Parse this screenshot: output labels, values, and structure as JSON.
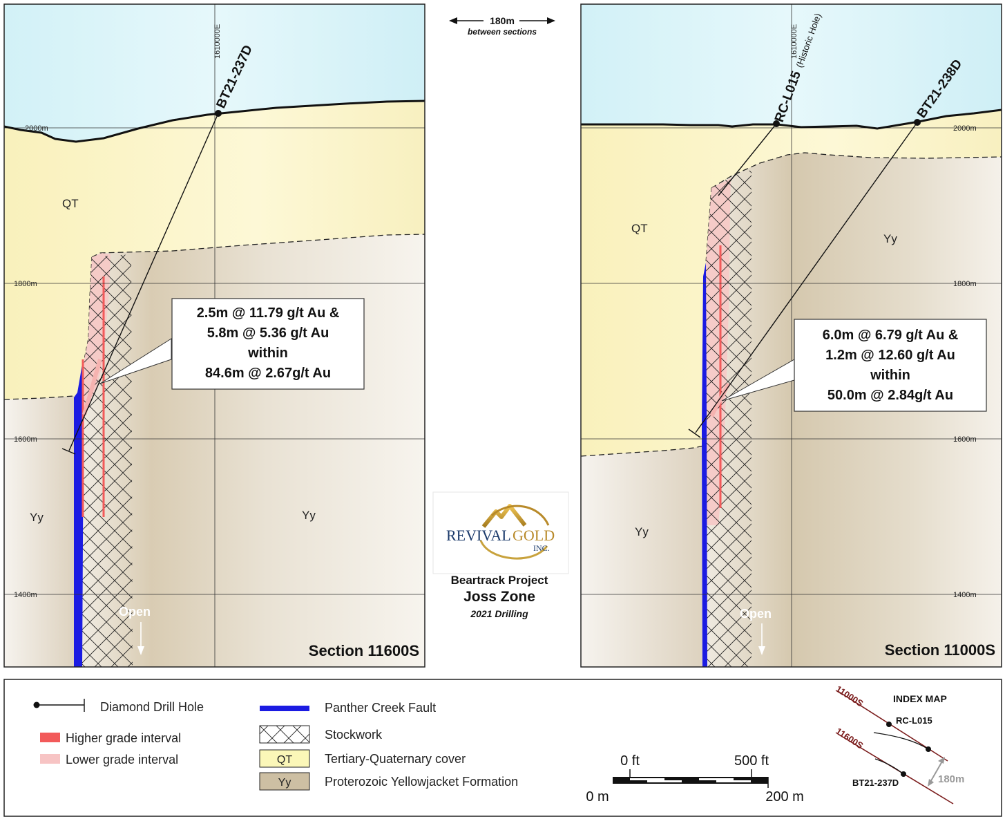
{
  "header": {
    "spacing_label": "180m",
    "spacing_sub": "between sections"
  },
  "logo": {
    "name_a": "REVIVAL",
    "name_b": "GOLD",
    "inc": "INC."
  },
  "project": {
    "name": "Beartrack Project",
    "zone": "Joss Zone",
    "year": "2021 Drilling"
  },
  "colors": {
    "sky": "#d6f3f8",
    "qt": "#fbf5c1",
    "yy": "#cdbfa3",
    "yy_light": "#ece7dd",
    "fault": "#1a1ae6",
    "higher_grade": "#f25a5a",
    "lower_grade": "#f7c4c4",
    "index_line": "#7a1b1b"
  },
  "sections": [
    {
      "title": "Section 11600S",
      "easting": "1610000E",
      "elevations": [
        "2000m",
        "1800m",
        "1600m",
        "1400m"
      ],
      "units": [
        "QT",
        "Yy",
        "Yy"
      ],
      "holes": [
        {
          "name": "BT21-237D"
        }
      ],
      "open_label": "Open",
      "callout": [
        "2.5m @ 11.79 g/t Au &",
        "5.8m @ 5.36 g/t Au",
        "within",
        "84.6m @ 2.67g/t Au"
      ]
    },
    {
      "title": "Section 11000S",
      "easting": "1610000E",
      "elevations": [
        "2000m",
        "1800m",
        "1600m",
        "1400m"
      ],
      "units": [
        "QT",
        "Yy",
        "Yy"
      ],
      "holes": [
        {
          "name": "RC-L015",
          "note": "(Historic Hole)"
        },
        {
          "name": "BT21-238D"
        }
      ],
      "open_label": "Open",
      "callout": [
        "6.0m @ 6.79 g/t Au &",
        "1.2m @ 12.60 g/t Au",
        "within",
        "50.0m @ 2.84g/t Au"
      ]
    }
  ],
  "legend": {
    "items": [
      {
        "label": "Diamond Drill Hole"
      },
      {
        "label": "Higher grade interval"
      },
      {
        "label": "Lower grade interval"
      },
      {
        "label": "Panther Creek Fault"
      },
      {
        "label": "Stockwork"
      },
      {
        "label": "Tertiary-Quaternary cover",
        "swatch": "QT"
      },
      {
        "label": "Proterozoic Yellowjacket Formation",
        "swatch": "Yy"
      }
    ],
    "scale": {
      "ft_start": "0 ft",
      "ft_end": "500 ft",
      "m_start": "0 m",
      "m_end": "200 m"
    },
    "index_map": {
      "title": "INDEX MAP",
      "sections": [
        "11000S",
        "11600S"
      ],
      "holes": [
        "RC-L015",
        "BT21-237D"
      ],
      "spacing": "180m"
    }
  }
}
